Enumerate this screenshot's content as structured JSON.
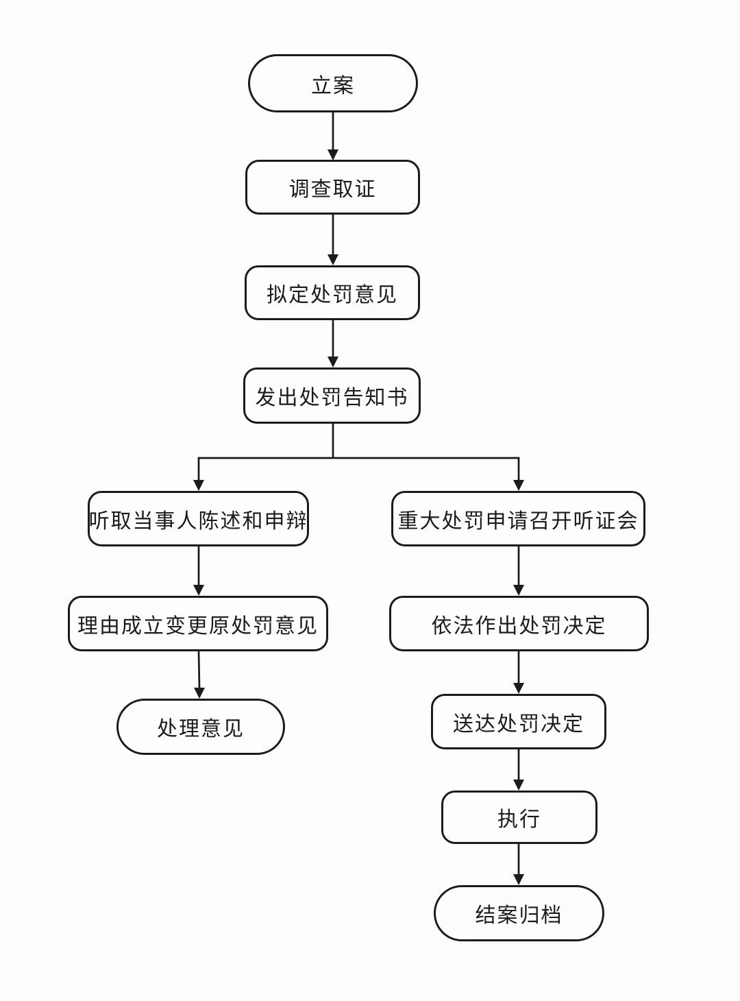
{
  "diagram_type": "flowchart",
  "colors": {
    "background": "#fdfdfd",
    "stroke": "#1b1b1b",
    "node_fill": "#fdfdfd",
    "text": "#1b1b1b"
  },
  "nodes": {
    "case_filing": {
      "label": "立案",
      "shape": "stadium"
    },
    "investigation": {
      "label": "调查取证",
      "shape": "rounded-rect"
    },
    "draft_penalty_opinion": {
      "label": "拟定处罚意见",
      "shape": "rounded-rect"
    },
    "issue_penalty_notice": {
      "label": "发出处罚告知书",
      "shape": "rounded-rect"
    },
    "hear_statement_defense": {
      "label": "听取当事人陈述和申辩",
      "shape": "rounded-rect"
    },
    "change_original_opinion": {
      "label": "理由成立变更原处罚意见",
      "shape": "rounded-rect"
    },
    "handling_opinion": {
      "label": "处理意见",
      "shape": "stadium"
    },
    "major_penalty_hearing": {
      "label": "重大处罚申请召开听证会",
      "shape": "rounded-rect"
    },
    "make_penalty_decision": {
      "label": "依法作出处罚决定",
      "shape": "rounded-rect"
    },
    "serve_penalty_decision": {
      "label": "送达处罚决定",
      "shape": "rounded-rect"
    },
    "execution": {
      "label": "执行",
      "shape": "rounded-rect"
    },
    "close_and_archive": {
      "label": "结案归档",
      "shape": "stadium"
    }
  },
  "edges": [
    {
      "from": "case_filing",
      "to": "investigation"
    },
    {
      "from": "investigation",
      "to": "draft_penalty_opinion"
    },
    {
      "from": "draft_penalty_opinion",
      "to": "issue_penalty_notice"
    },
    {
      "from": "issue_penalty_notice",
      "to": "hear_statement_defense"
    },
    {
      "from": "issue_penalty_notice",
      "to": "major_penalty_hearing"
    },
    {
      "from": "hear_statement_defense",
      "to": "change_original_opinion"
    },
    {
      "from": "change_original_opinion",
      "to": "handling_opinion"
    },
    {
      "from": "major_penalty_hearing",
      "to": "make_penalty_decision"
    },
    {
      "from": "make_penalty_decision",
      "to": "serve_penalty_decision"
    },
    {
      "from": "serve_penalty_decision",
      "to": "execution"
    },
    {
      "from": "execution",
      "to": "close_and_archive"
    }
  ]
}
